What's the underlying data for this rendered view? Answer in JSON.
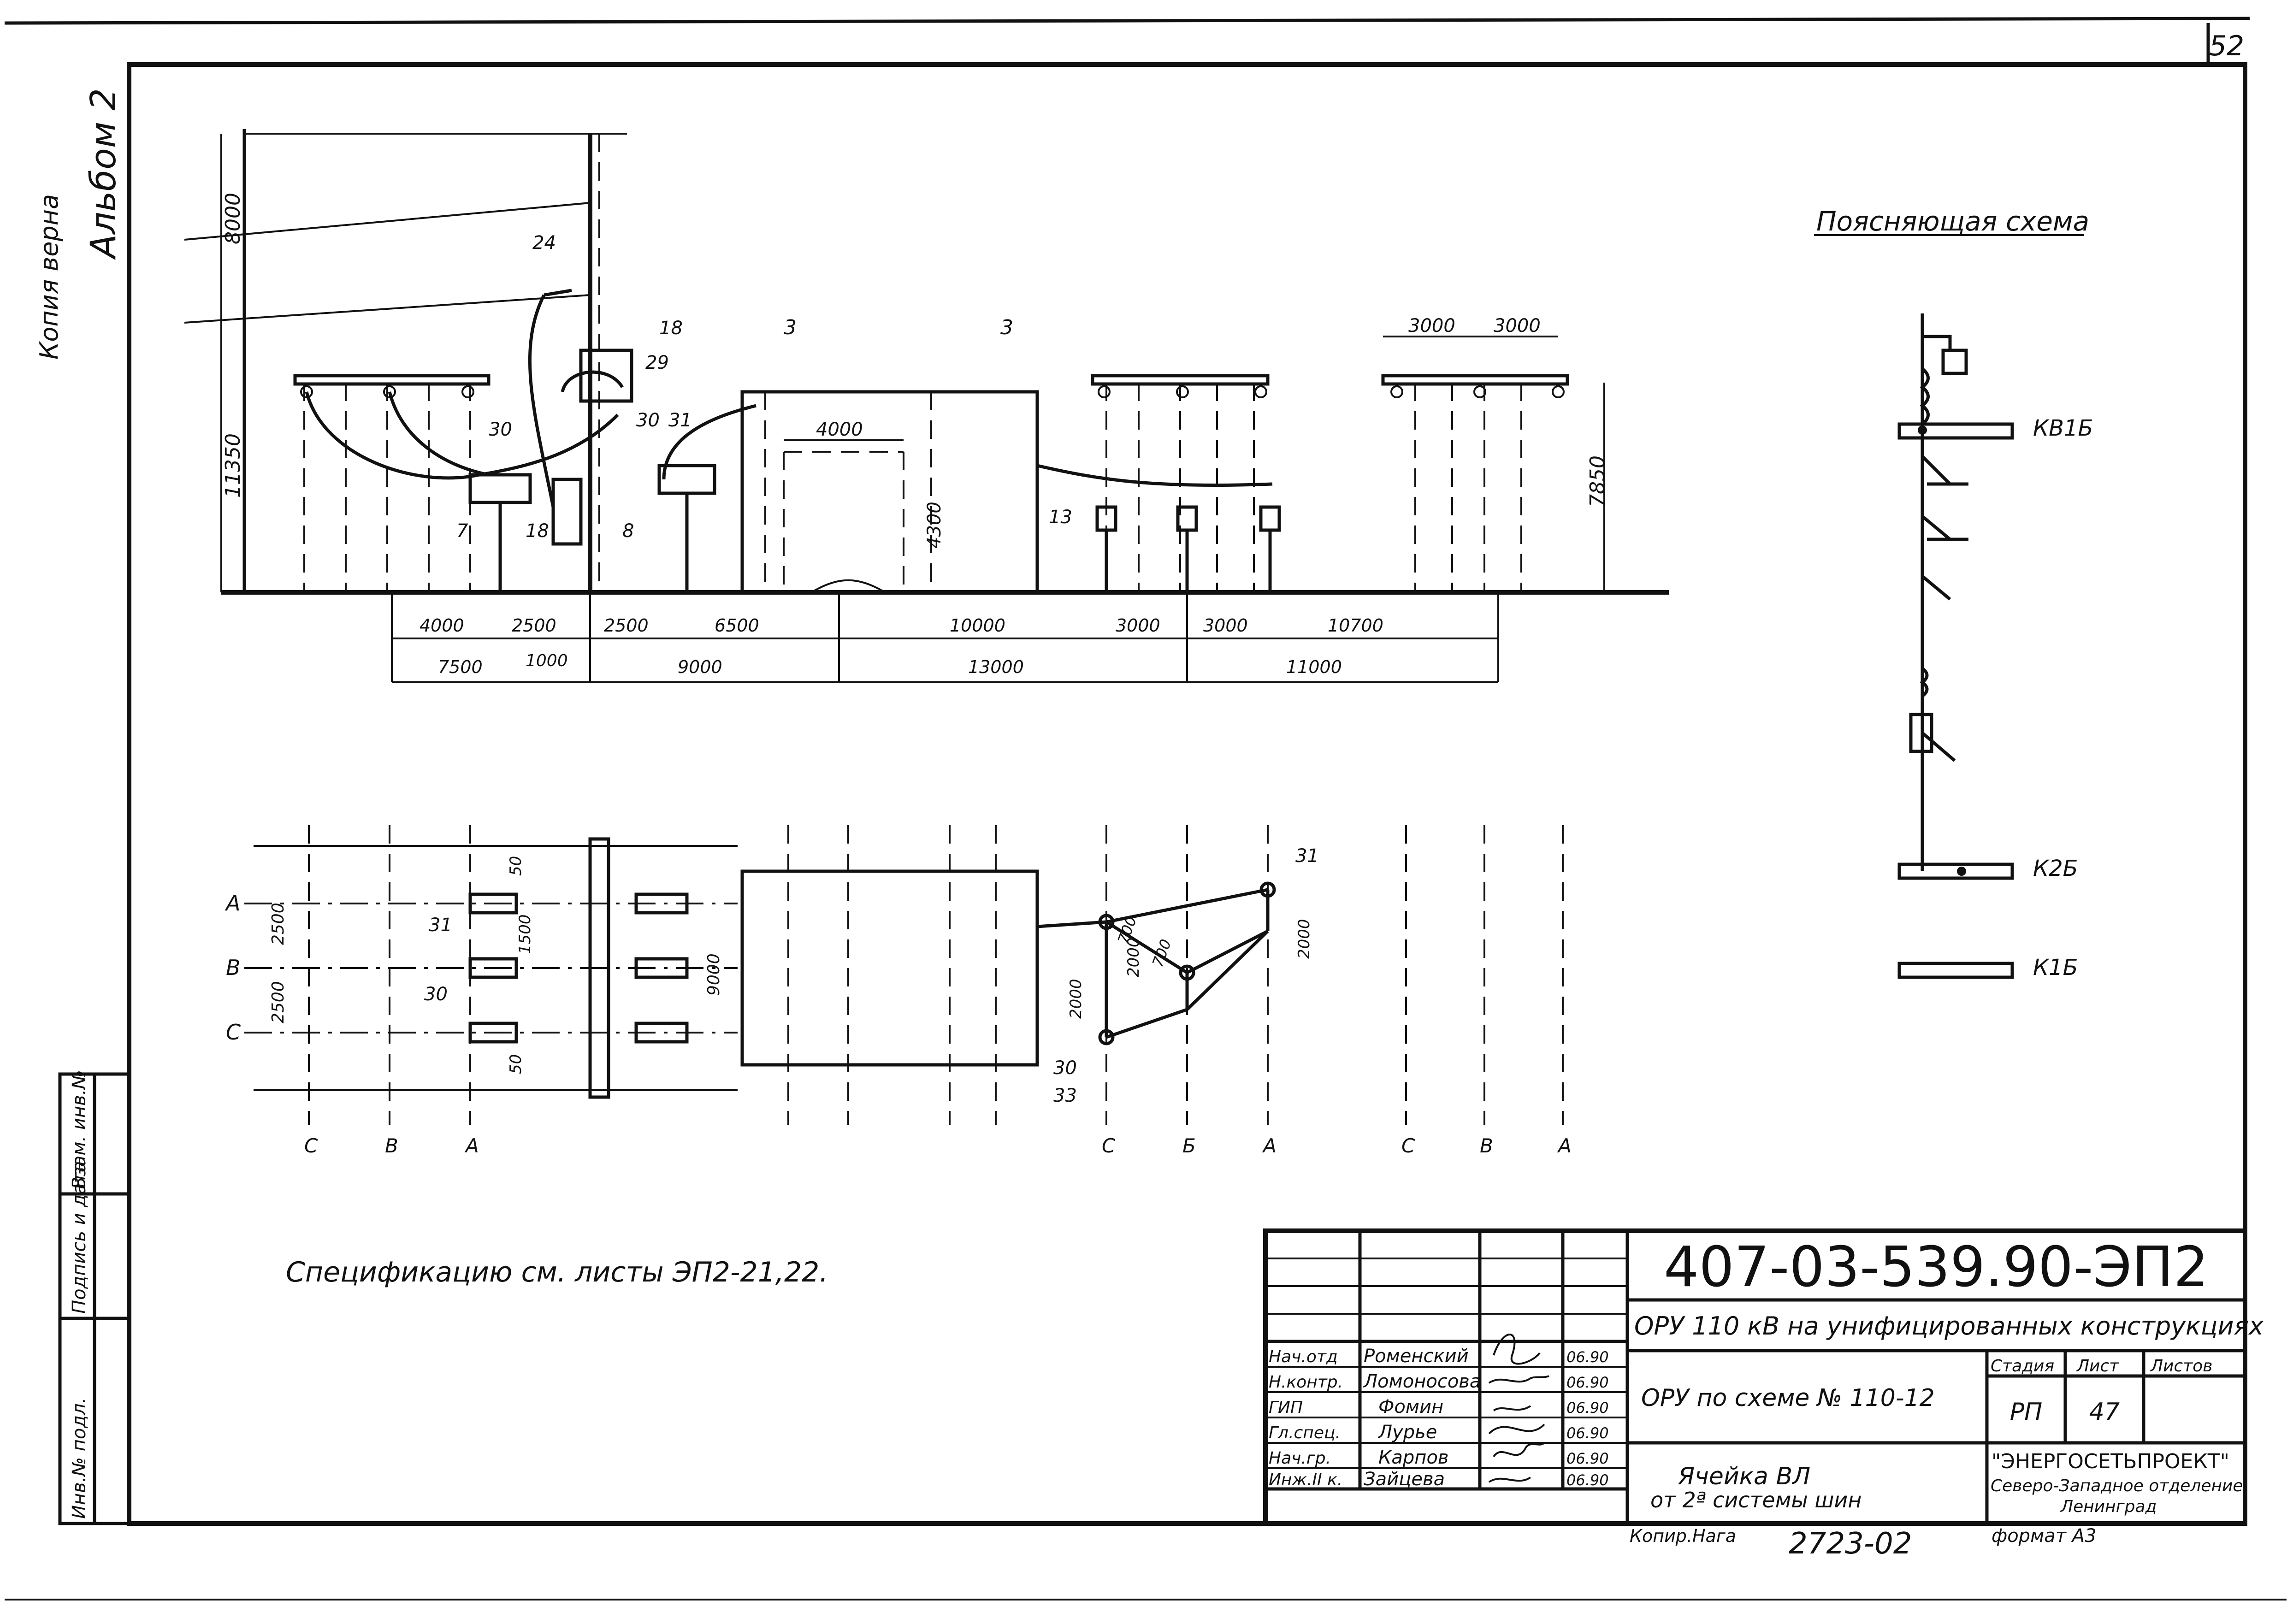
{
  "sheet_number": "52",
  "side_notes": {
    "copy_verified": "Копия верна",
    "album": "Альбом 2"
  },
  "side_stamp_fields": [
    "Инв.№ подл.",
    "Подпись и дата",
    "Взам. инв.№"
  ],
  "schematic": {
    "title": "Поясняющая схема",
    "labels": [
      "КВ1Б",
      "К2Б",
      "К1Б"
    ]
  },
  "elevation": {
    "vertical_dims": [
      "8000",
      "11350",
      "4300",
      "7850"
    ],
    "top_dims": [
      "3000",
      "3000",
      "4000"
    ],
    "row1_dims": [
      "4000",
      "2500",
      "2500",
      "6500",
      "10000",
      "3000",
      "3000",
      "10700"
    ],
    "row2_dims": [
      "7500",
      "1000",
      "9000",
      "13000",
      "11000"
    ],
    "callouts": [
      "24",
      "18",
      "29",
      "3",
      "3",
      "30",
      "30",
      "31",
      "7",
      "18",
      "8",
      "13"
    ]
  },
  "plan": {
    "phases": [
      "А",
      "В",
      "С"
    ],
    "bottom_labels": [
      "С",
      "В",
      "А",
      "С",
      "Б",
      "А",
      "С",
      "В",
      "А"
    ],
    "dims": [
      "2500",
      "2500",
      "50",
      "50",
      "1500",
      "9000",
      "700",
      "700",
      "2000",
      "2000",
      "2000"
    ],
    "callouts": [
      "31",
      "30",
      "31",
      "30",
      "33"
    ]
  },
  "spec_note": "Спецификацию  см. листы  ЭП2-21,22.",
  "title_block": {
    "code": "407-03-539.90-ЭП2",
    "project": "ОРУ 110 кВ на унифицированных конструкциях",
    "subtitle": "ОРУ по схеме № 110-12",
    "sheet_name_1": "Ячейка  ВЛ",
    "sheet_name_2": "от 2ª системы шин",
    "stage_header": "Стадия",
    "sheet_header": "Лист",
    "sheets_header": "Листов",
    "stage": "РП",
    "sheet": "47",
    "sheets": "",
    "org_1": "\"ЭНЕРГОСЕТЬПРОЕКТ\"",
    "org_2": "Северо-Западное отделение",
    "org_3": "Ленинград",
    "copied_by": "Копир.Нага",
    "copy_no": "2723-02",
    "format": "формат А3",
    "staff": [
      {
        "role": "Нач.отд",
        "name": "Роменский",
        "date": "06.90"
      },
      {
        "role": "Н.контр.",
        "name": "Ломоносова",
        "date": "06.90"
      },
      {
        "role": "ГИП",
        "name": "Фомин",
        "date": "06.90"
      },
      {
        "role": "Гл.спец.",
        "name": "Лурье",
        "date": "06.90"
      },
      {
        "role": "Нач.гр.",
        "name": "Карпов",
        "date": "06.90"
      },
      {
        "role": "Инж.II к.",
        "name": "Зайцева",
        "date": "06.90"
      }
    ]
  }
}
